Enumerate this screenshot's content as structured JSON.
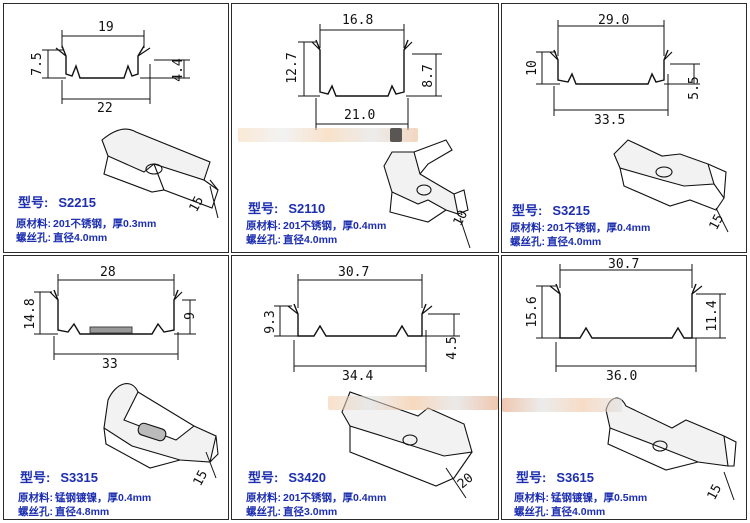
{
  "labels": {
    "model_prefix": "型号:",
    "material_prefix": "原材料:",
    "screw_prefix": "螺丝孔:"
  },
  "panels": [
    {
      "id": "s2215",
      "code": "S2215",
      "material": "201不锈钢，厚0.3mm",
      "screw": "直径4.0mm",
      "dims": {
        "top": "19",
        "bottom": "22",
        "left_h": "7.5",
        "right_h": "4.4",
        "depth": "15"
      }
    },
    {
      "id": "s2110",
      "code": "S2110",
      "material": "201不锈钢，厚0.4mm",
      "screw": "直径4.0mm",
      "dims": {
        "top": "16.8",
        "bottom": "21.0",
        "left_h": "12.7",
        "right_h": "8.7",
        "depth": "10"
      }
    },
    {
      "id": "s3215",
      "code": "S3215",
      "material": "201不锈钢，厚0.4mm",
      "screw": "直径4.0mm",
      "dims": {
        "top": "29.0",
        "bottom": "33.5",
        "left_h": "10",
        "right_h": "5.5",
        "depth": "15"
      }
    },
    {
      "id": "s3315",
      "code": "S3315",
      "material": "锰钢镀镍，厚0.4mm",
      "screw": "直径4.8mm",
      "dims": {
        "top": "28",
        "bottom": "33",
        "left_h": "14.8",
        "right_h": "9",
        "depth": "15"
      }
    },
    {
      "id": "s3420",
      "code": "S3420",
      "material": "201不锈钢，厚0.4mm",
      "screw": "直径3.0mm",
      "dims": {
        "top": "30.7",
        "bottom": "34.4",
        "left_h": "9.3",
        "right_h": "4.5",
        "depth": "20"
      }
    },
    {
      "id": "s3615",
      "code": "S3615",
      "material": "锰钢镀镍，厚0.5mm",
      "screw": "直径4.0mm",
      "dims": {
        "top": "30.7",
        "bottom": "36.0",
        "left_h": "15.6",
        "right_h": "11.4",
        "depth": "15"
      }
    }
  ]
}
